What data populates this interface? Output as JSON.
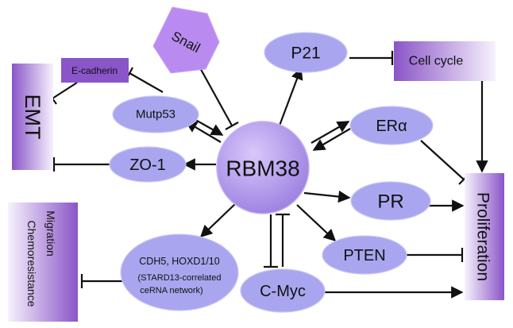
{
  "nodes": {
    "rbm38": "RBM38",
    "p21": "P21",
    "snail": "Snail",
    "mutp53": "Mutp53",
    "zo1": "ZO-1",
    "era": "ERα",
    "pr": "PR",
    "pten": "PTEN",
    "cmyc": "C-Myc",
    "cdh5_line1": "CDH5, HOXD1/10",
    "cdh5_line2": "(STARD13-correlated",
    "cdh5_line3": "ceRNA network)",
    "ecadherin": "E-cadherin",
    "cell_cycle": "Cell cycle",
    "emt": "EMT",
    "proliferation": "Proliferation",
    "migration": "Migration",
    "chemoresistance": "Chemoresistance"
  },
  "colors": {
    "node_fill": "#a9a6ef",
    "node_stroke": "#c9c6f7",
    "hub_fill": "#a68ce6",
    "snail_fill": "#b98bf0",
    "box_purple": "#8a55c8",
    "box_light": "#f3eefb",
    "edge": "#111111"
  }
}
